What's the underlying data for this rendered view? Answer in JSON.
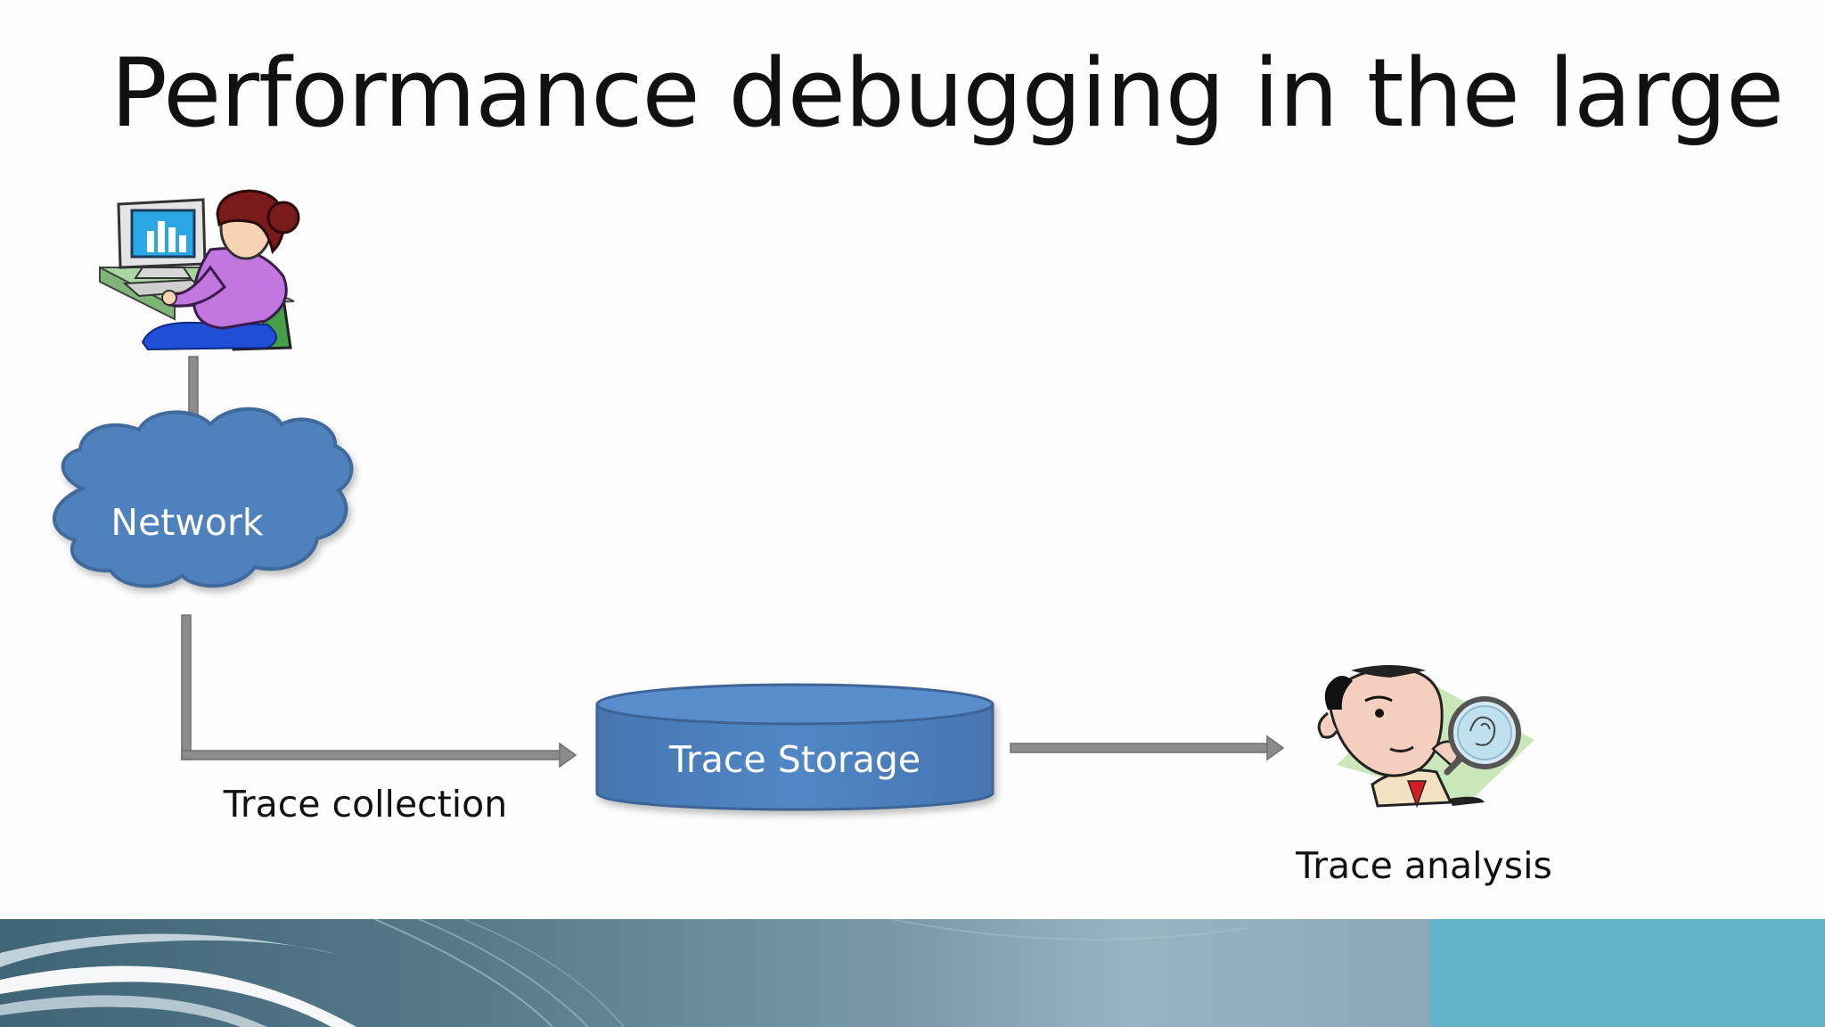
{
  "slide": {
    "title": "Performance debugging in the large"
  },
  "diagram": {
    "nodes": {
      "user": {
        "icon": "user-at-computer-icon"
      },
      "network": {
        "label": "Network",
        "shape": "cloud",
        "fill": "#4f81bd",
        "stroke": "#41699c"
      },
      "storage": {
        "label": "Trace Storage",
        "shape": "cylinder",
        "fill": "#4f81bd",
        "stroke": "#3d6497"
      },
      "analyst": {
        "icon": "person-with-magnifying-glass-icon"
      }
    },
    "edges": [
      {
        "from": "user",
        "to": "network"
      },
      {
        "from": "network",
        "to": "storage",
        "label": "Trace collection"
      },
      {
        "from": "storage",
        "to": "analyst"
      }
    ],
    "captions": {
      "collection": "Trace collection",
      "analysis": "Trace analysis"
    },
    "colors": {
      "arrow": "#8c8c8c",
      "arrow_outline": "#6e6e6e",
      "node_text": "#ffffff",
      "caption_text": "#111111"
    }
  },
  "footer": {
    "accent_color": "#64b2c7"
  }
}
